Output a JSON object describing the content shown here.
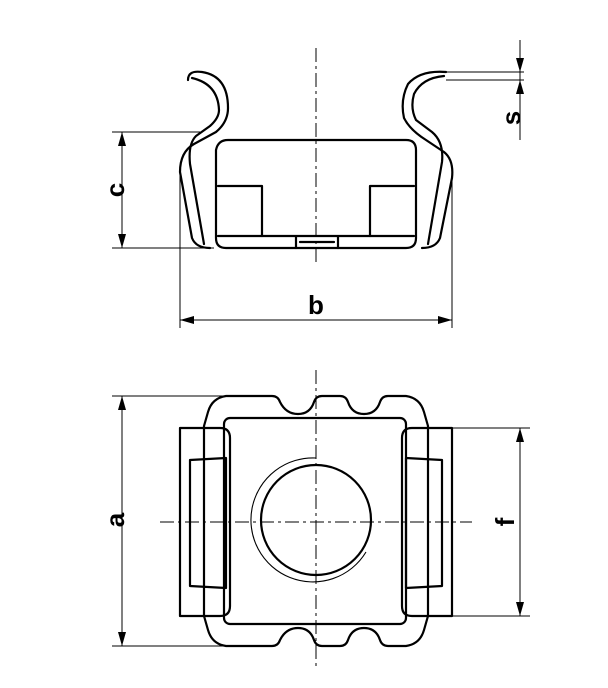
{
  "dimensions": {
    "a": "a",
    "b": "b",
    "c": "c",
    "f": "f",
    "s": "s"
  },
  "colors": {
    "line": "#000000",
    "background": "#ffffff"
  }
}
